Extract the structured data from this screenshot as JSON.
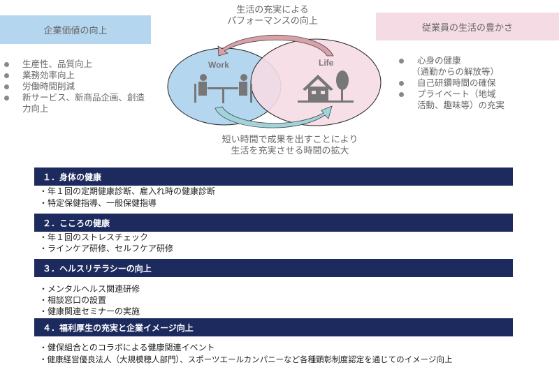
{
  "left_box": {
    "title": "企業価値の向上",
    "items": [
      "生産性、品質向上",
      "業務効率向上",
      "労働時間削減",
      "新サービス、新商品企画、創造",
      "力向上"
    ]
  },
  "right_box": {
    "title": "従業員の生活の豊かさ",
    "items": [
      "心身の健康",
      "（通勤からの解放等）",
      "自己研鑽時間の確保",
      "プライベート（地域",
      "活動、趣味等）の充実"
    ]
  },
  "diagram": {
    "top_caption": [
      "生活の充実による",
      "パフォーマンスの向上"
    ],
    "bottom_caption": [
      "短い時間で成果を出すことにより",
      "生活を充実させる時間の拡大"
    ],
    "work_label": "Work",
    "life_label": "Life",
    "colors": {
      "work": "#b4d6ee",
      "life": "#f5dbe3",
      "navy": "#1c2a5e"
    }
  },
  "sections": [
    {
      "title": "１．身体の健康",
      "items": [
        "・年１回の定期健康診断、雇入れ時の健康診断",
        "・特定保健指導、一般保健指導"
      ]
    },
    {
      "title": "２．こころの健康",
      "items": [
        "・年１回のストレスチェック",
        "・ラインケア研修、セルフケア研修"
      ]
    },
    {
      "title": "３．ヘルスリテラシーの向上",
      "items": [
        "・メンタルヘルス関連研修",
        "・相談窓口の設置",
        "・健康関連セミナーの実施"
      ]
    },
    {
      "title": "４．福利厚生の充実と企業イメージ向上",
      "items": [
        "・健保組合とのコラボによる健康関連イベント",
        "・健康経営優良法人（大規模穂人部門）、スポーツエールカンパニーなど各種顕彰制度認定を通じてのイメージ向上"
      ]
    }
  ]
}
